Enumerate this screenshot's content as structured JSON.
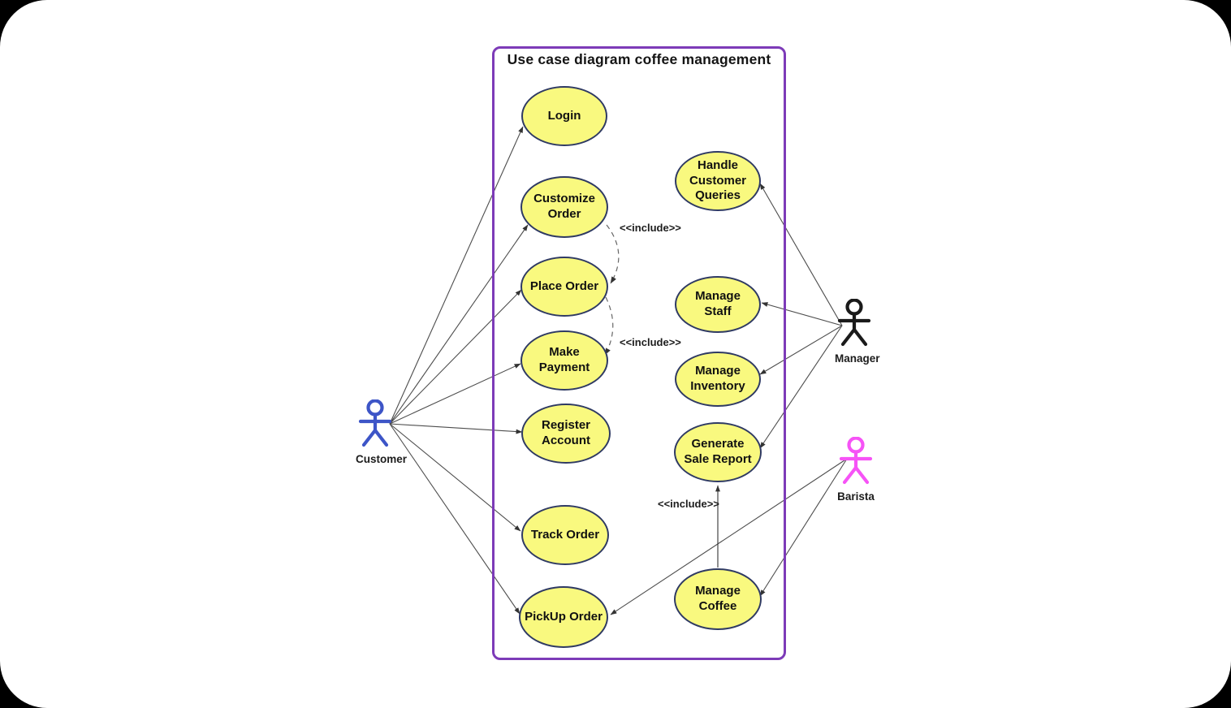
{
  "diagram": {
    "title": "Use case diagram coffee management",
    "colors": {
      "boundary": "#7d3bb8",
      "usecase_fill": "#f9f97f",
      "usecase_border": "#2f3a63",
      "customer_actor": "#3d55c7",
      "manager_actor": "#1a1a1a",
      "barista_actor": "#f653f6"
    },
    "usecases": [
      {
        "label": "Login"
      },
      {
        "label": "Customize Order"
      },
      {
        "label": "Place Order"
      },
      {
        "label": "Make Payment"
      },
      {
        "label": "Register Account"
      },
      {
        "label": "Track Order"
      },
      {
        "label": "PickUp Order"
      },
      {
        "label": "Handle Customer Queries"
      },
      {
        "label": "Manage Staff"
      },
      {
        "label": "Manage Inventory"
      },
      {
        "label": "Generate Sale Report"
      },
      {
        "label": "Manage Coffee"
      }
    ],
    "actors": [
      {
        "name": "Customer"
      },
      {
        "name": "Manager"
      },
      {
        "name": "Barista"
      }
    ],
    "associations": {
      "Customer": [
        "Login",
        "Customize Order",
        "Place Order",
        "Make Payment",
        "Register Account",
        "Track Order",
        "PickUp Order"
      ],
      "Manager": [
        "Handle Customer Queries",
        "Manage Staff",
        "Manage Inventory",
        "Generate Sale Report"
      ],
      "Barista": [
        "PickUp Order",
        "Manage Coffee"
      ]
    },
    "includes": [
      {
        "from": "Customize Order",
        "to": "Place Order",
        "label": "<<include>>"
      },
      {
        "from": "Place Order",
        "to": "Make Payment",
        "label": "<<include>>"
      },
      {
        "from": "Manage Coffee",
        "to": "Generate Sale Report",
        "label": "<<include>>"
      }
    ]
  }
}
